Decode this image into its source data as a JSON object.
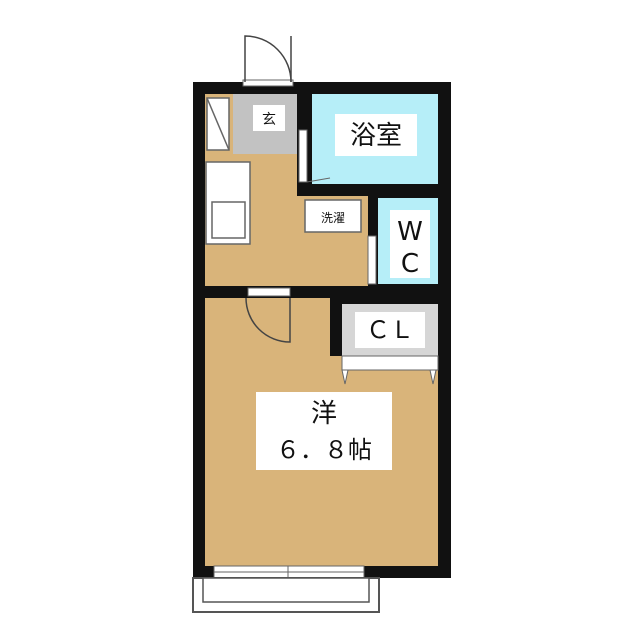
{
  "floorplan": {
    "rooms": {
      "bath": "浴室",
      "wc_line1": "W",
      "wc_line2": "C",
      "closet": "ＣＬ",
      "western_line1": "洋",
      "western_line2": "６．８帖",
      "entrance": "玄",
      "laundry": "洗濯"
    },
    "colors": {
      "floor": "#d9b47a",
      "wet_area": "#b6eef8",
      "entrance": "#c2c2c2",
      "closet": "#d6d6d6",
      "wall": "#111111"
    }
  }
}
